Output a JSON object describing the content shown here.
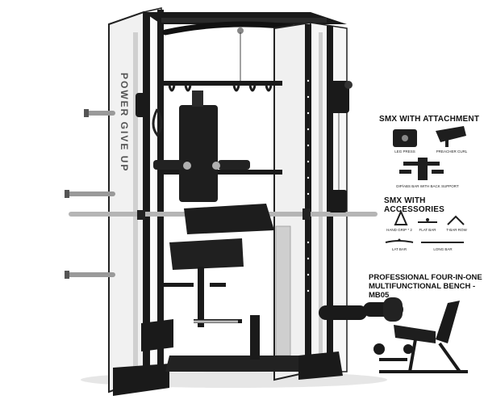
{
  "product_image": {
    "name": "smith-machine-gym-rig",
    "colors": {
      "frame": "#1a1a1a",
      "panel": "#f4f4f4",
      "chrome": "#c8c8c8",
      "pad": "#222222"
    }
  },
  "attachment_section": {
    "title": "SMX WITH ATTACHMENT",
    "items": [
      {
        "icon": "leg-press-icon",
        "label": "LEG PRESS"
      },
      {
        "icon": "preacher-curl-icon",
        "label": "PREACHER CURL"
      },
      {
        "icon": "dip-bar-icon",
        "label": "DIP/ABS BAR WITH BACK SUPPORT"
      }
    ]
  },
  "accessories_section": {
    "title": "SMX WITH ACCESSORIES",
    "items": [
      {
        "icon": "hand-grip-icon",
        "label": "HAND GRIP * 2"
      },
      {
        "icon": "flat-bar-icon",
        "label": "FLAT BAR"
      },
      {
        "icon": "t-bar-row-icon",
        "label": "T-BAR ROW"
      },
      {
        "icon": "lat-bar-icon",
        "label": "LAT BAR"
      },
      {
        "icon": "long-bar-icon",
        "label": "LONG BAR"
      }
    ]
  },
  "bench_section": {
    "title_line1": "PROFESSIONAL FOUR-IN-ONE",
    "title_line2": "MULTIFUNCTIONAL BENCH - MB05",
    "icon": "adjustable-bench-icon"
  },
  "frame_text": "POWER GIVE UP"
}
